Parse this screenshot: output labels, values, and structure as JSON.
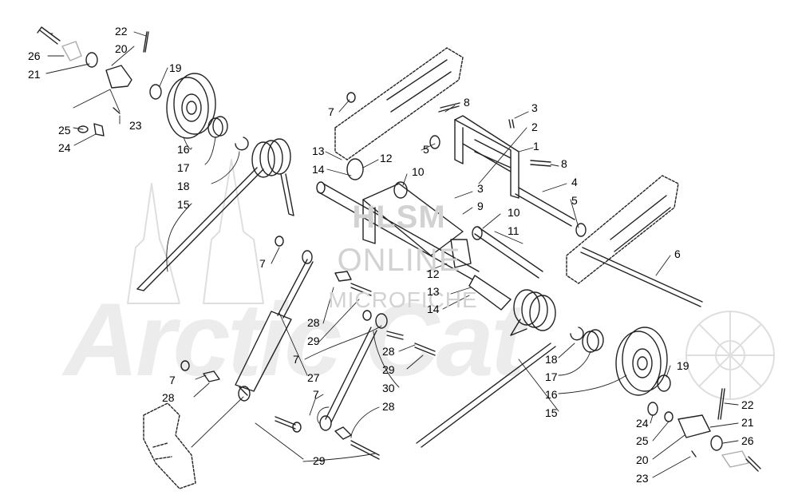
{
  "watermark": {
    "brand": "Arctic Cat",
    "lines": [
      "HLSM",
      "ONLINE",
      "MICROFICHE"
    ]
  },
  "colors": {
    "line": "#222222",
    "watermark": "#d9d9d9",
    "text": "#000000",
    "background": "#ffffff"
  },
  "callouts": [
    {
      "label": "22"
    },
    {
      "label": "26"
    },
    {
      "label": "20"
    },
    {
      "label": "21"
    },
    {
      "label": "19"
    },
    {
      "label": "25"
    },
    {
      "label": "23"
    },
    {
      "label": "24"
    },
    {
      "label": "16"
    },
    {
      "label": "17"
    },
    {
      "label": "18"
    },
    {
      "label": "15"
    },
    {
      "label": "7"
    },
    {
      "label": "8"
    },
    {
      "label": "3"
    },
    {
      "label": "2"
    },
    {
      "label": "1"
    },
    {
      "label": "5"
    },
    {
      "label": "13"
    },
    {
      "label": "14"
    },
    {
      "label": "12"
    },
    {
      "label": "10"
    },
    {
      "label": "8"
    },
    {
      "label": "4"
    },
    {
      "label": "5"
    },
    {
      "label": "3"
    },
    {
      "label": "9"
    },
    {
      "label": "10"
    },
    {
      "label": "11"
    },
    {
      "label": "6"
    },
    {
      "label": "7"
    },
    {
      "label": "12"
    },
    {
      "label": "13"
    },
    {
      "label": "14"
    },
    {
      "label": "28"
    },
    {
      "label": "29"
    },
    {
      "label": "7"
    },
    {
      "label": "27"
    },
    {
      "label": "28"
    },
    {
      "label": "29"
    },
    {
      "label": "30"
    },
    {
      "label": "7"
    },
    {
      "label": "28"
    },
    {
      "label": "7"
    },
    {
      "label": "28"
    },
    {
      "label": "29"
    },
    {
      "label": "18"
    },
    {
      "label": "17"
    },
    {
      "label": "16"
    },
    {
      "label": "15"
    },
    {
      "label": "19"
    },
    {
      "label": "22"
    },
    {
      "label": "24"
    },
    {
      "label": "21"
    },
    {
      "label": "25"
    },
    {
      "label": "26"
    },
    {
      "label": "20"
    },
    {
      "label": "23"
    }
  ]
}
